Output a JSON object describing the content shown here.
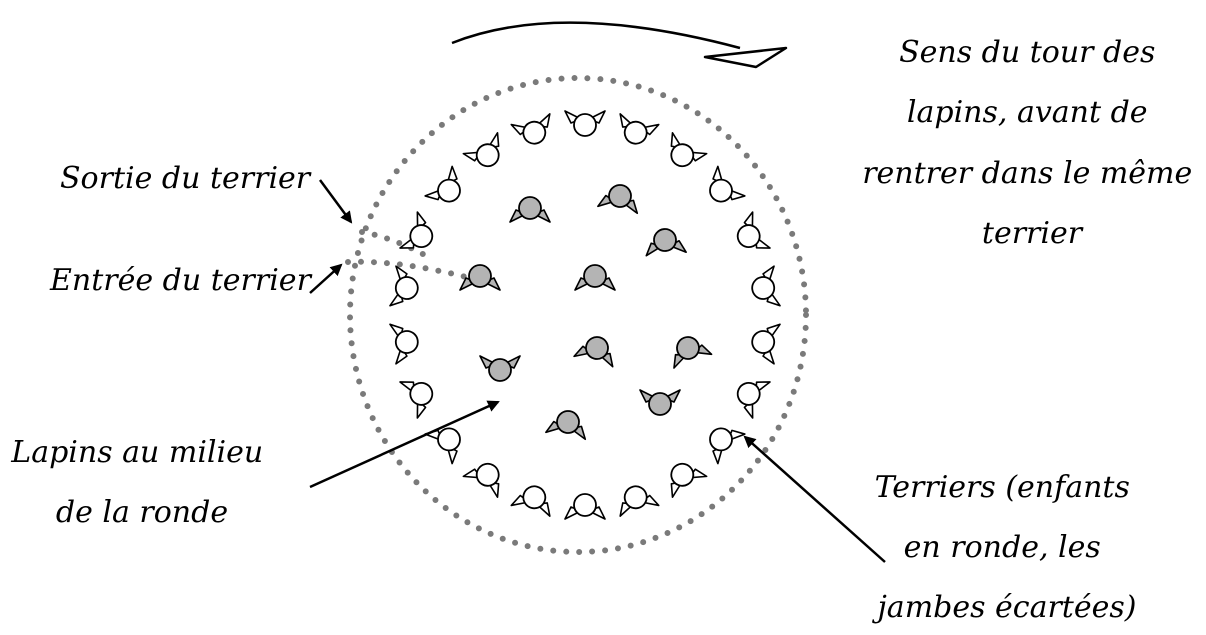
{
  "labels": {
    "direction": [
      "Sens du tour des",
      "lapins, avant de",
      "rentrer dans le même",
      "terrier"
    ],
    "exit": "Sortie du terrier",
    "entry": "Entrée du terrier",
    "rabbits_middle": [
      "Lapins au milieu",
      "de la ronde"
    ],
    "burrows": [
      "Terriers (enfants",
      "en ronde, les",
      "jambes écartées)"
    ]
  },
  "colors": {
    "dots": "#7a7a7a",
    "rabbit_fill": "#b4b4b4",
    "burrow_fill": "#ffffff",
    "stroke": "#000000"
  }
}
